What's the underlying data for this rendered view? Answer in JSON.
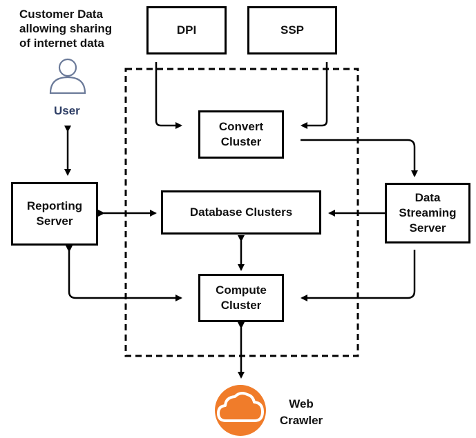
{
  "customer_note": [
    "Customer Data",
    "allowing sharing",
    "of internet data"
  ],
  "user": {
    "label": "User",
    "icon": "user-icon"
  },
  "boxes": {
    "dpi": [
      "DPI"
    ],
    "ssp": [
      "SSP"
    ],
    "convert": [
      "Convert",
      "Cluster"
    ],
    "database": [
      "Database Clusters"
    ],
    "reporting": [
      "Reporting",
      "Server"
    ],
    "streaming": [
      "Data",
      "Streaming",
      "Server"
    ],
    "compute": [
      "Compute",
      "Cluster"
    ]
  },
  "web_crawler": {
    "label": [
      "Web",
      "Crawler"
    ],
    "icon": "cloud-icon",
    "color": "#f07c2a"
  },
  "colors": {
    "line": "#000000",
    "user_label": "#2f3f66",
    "user_icon": "#6b7a99"
  }
}
